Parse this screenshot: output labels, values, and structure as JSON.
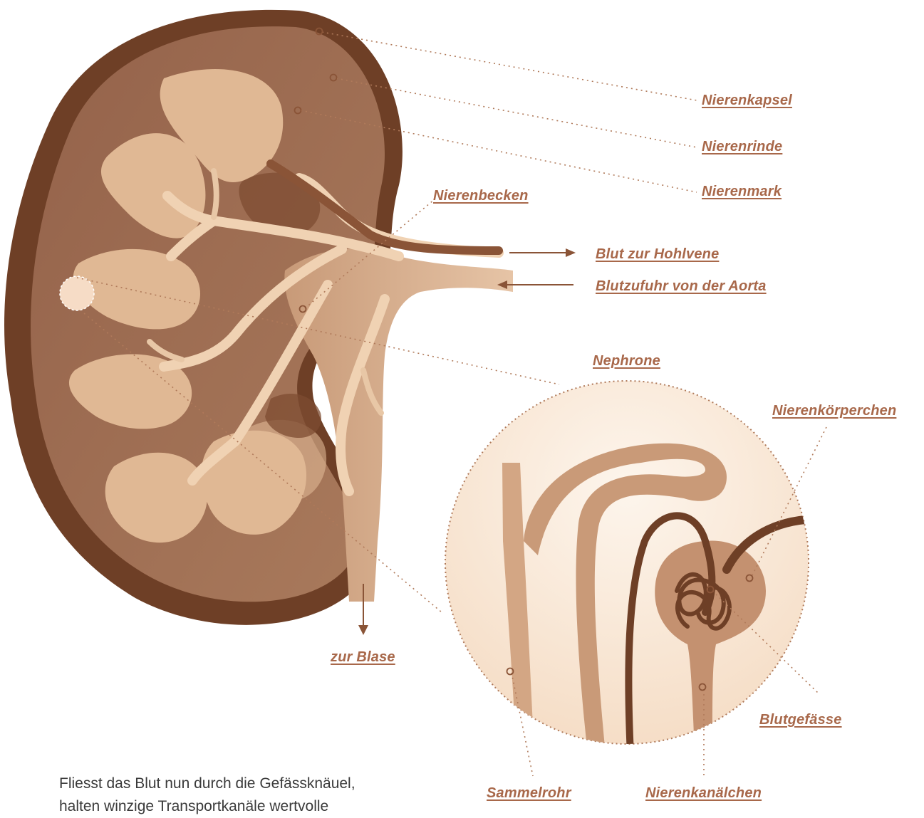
{
  "labels": {
    "nierenkapsel": "Nierenkapsel",
    "nierenrinde": "Nierenrinde",
    "nierenmark": "Nierenmark",
    "nierenbecken": "Nierenbecken",
    "blut_hohlvene": "Blut zur Hohlvene",
    "blutzufuhr_aorta": "Blutzufuhr von der Aorta",
    "nephrone": "Nephrone",
    "nierenkoerperchen": "Nierenkörperchen",
    "blutgefaesse": "Blutgefässe",
    "sammelrohr": "Sammelrohr",
    "nierenkanaelchen": "Nierenkanälchen",
    "zur_blase": "zur Blase"
  },
  "caption": {
    "line1": "Fliesst das Blut nun durch die Gefässknäuel,",
    "line2": "halten winzige Transportkanäle wertvolle"
  },
  "colors": {
    "capsule": "#6e3f26",
    "cortex": "#8a5a3e",
    "medulla": "#e2bb98",
    "vessel_light": "#f0d2b3",
    "vessel_dark": "#7e4c32",
    "label": "#a8684a",
    "circle_fill": "#fbeee0"
  }
}
